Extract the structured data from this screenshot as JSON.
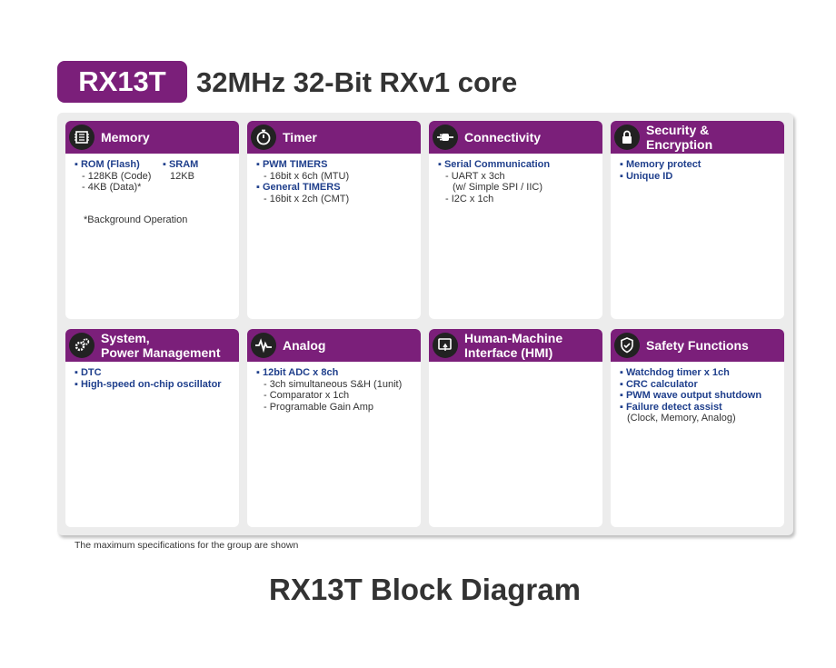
{
  "header": {
    "badge": "RX13T",
    "title": "32MHz 32-Bit RXv1 core"
  },
  "colors": {
    "accent": "#7b1f7a",
    "item_text": "#1f3f8c"
  },
  "blocks": {
    "memory": {
      "title": "Memory",
      "icon": "memory-chip-icon",
      "rom_label": "▪ ROM (Flash)",
      "rom_code": "- 128KB (Code)",
      "rom_data": "- 4KB (Data)*",
      "sram_label": "▪ SRAM",
      "sram_size": "12KB",
      "note": "*Background Operation"
    },
    "timer": {
      "title": "Timer",
      "icon": "stopwatch-icon",
      "pwm_label": "▪ PWM TIMERS",
      "pwm_detail": "- 16bit x 6ch (MTU)",
      "general_label": "▪ General TIMERS",
      "general_detail": "- 16bit x 2ch (CMT)"
    },
    "connectivity": {
      "title": "Connectivity",
      "icon": "plug-icon",
      "serial_label": "▪ Serial Communication",
      "uart": "- UART x 3ch",
      "uart_note": "(w/ Simple SPI / IIC)",
      "i2c": "- I2C x 1ch"
    },
    "security": {
      "title_line1": "Security &",
      "title_line2": "Encryption",
      "icon": "lock-icon",
      "items": [
        "▪ Memory protect",
        "▪ Unique ID"
      ]
    },
    "system": {
      "title_line1": "System,",
      "title_line2": "Power Management",
      "icon": "gears-icon",
      "items": [
        "▪ DTC",
        "▪ High-speed on-chip oscillator"
      ]
    },
    "analog": {
      "title": "Analog",
      "icon": "waveform-icon",
      "adc_label": "▪ 12bit  ADC x 8ch",
      "details": [
        "- 3ch simultaneous S&H (1unit)",
        "- Comparator x 1ch",
        "- Programable Gain Amp"
      ]
    },
    "hmi": {
      "title_line1": "Human-Machine",
      "title_line2": "Interface (HMI)",
      "icon": "touchscreen-icon"
    },
    "safety": {
      "title": "Safety Functions",
      "icon": "shield-check-icon",
      "items": [
        "▪ Watchdog timer x 1ch",
        "▪ CRC calculator",
        "▪ PWM wave output shutdown",
        "▪ Failure detect assist"
      ],
      "note": "(Clock, Memory, Analog)"
    }
  },
  "footnote": "The maximum specifications for the group are shown",
  "caption": "RX13T Block Diagram"
}
